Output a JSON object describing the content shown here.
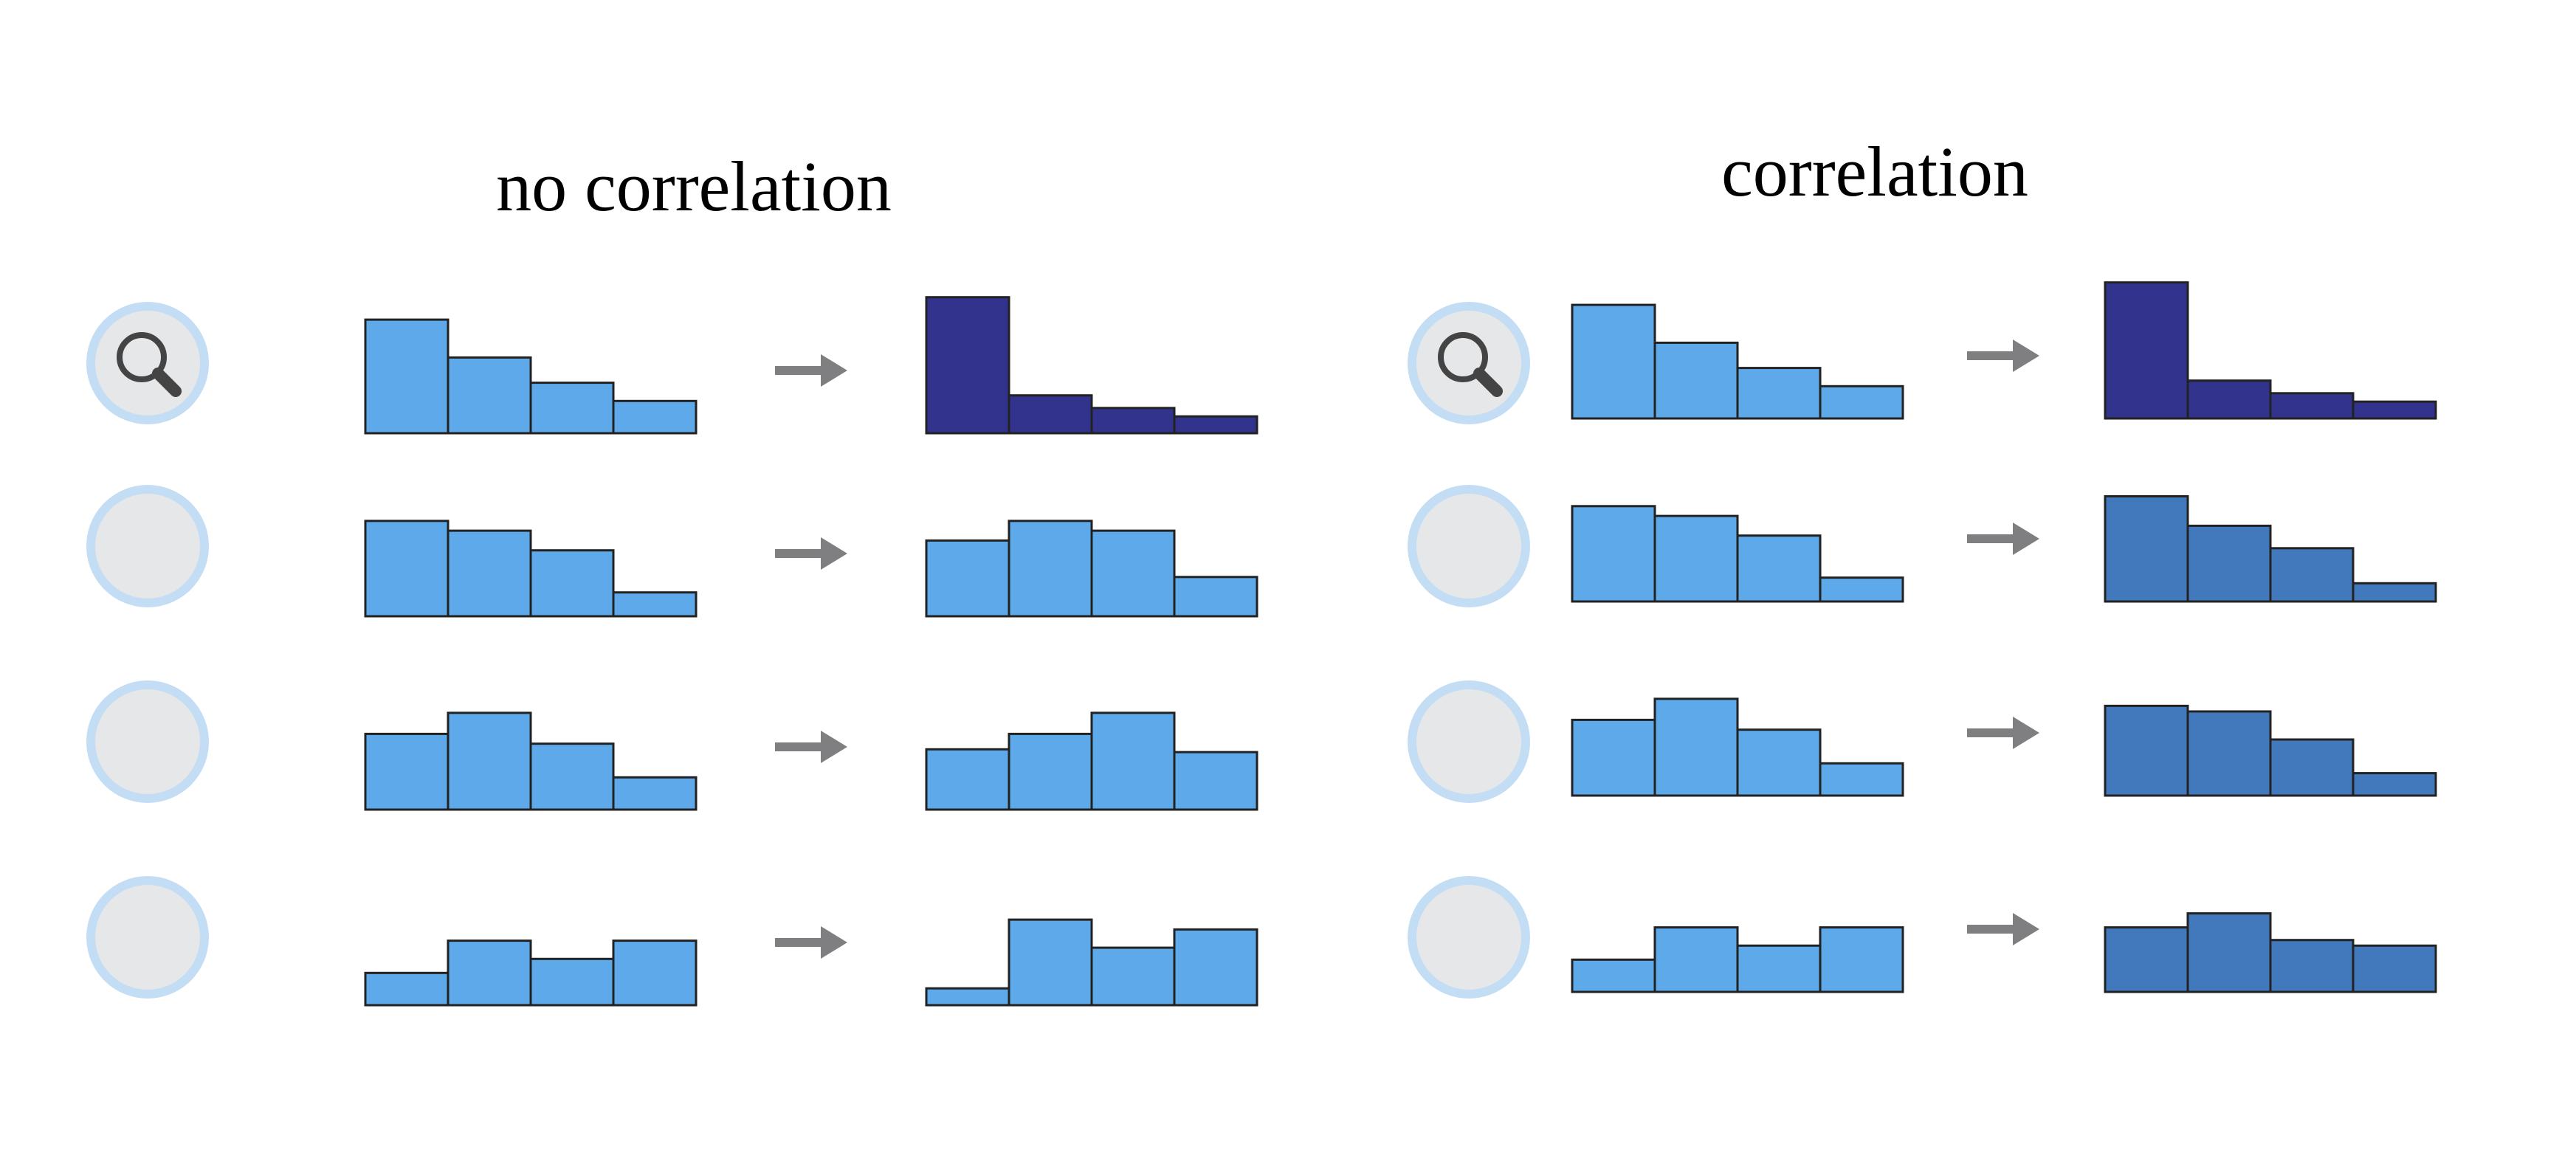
{
  "colors": {
    "light_bar": "#5DA9EA",
    "dark_bar": "#32338D",
    "mid_bar": "#4279BD",
    "bar_stroke": "#222222",
    "arrow": "#7F7F82",
    "circle_fill": "#E6E7E9",
    "circle_ring": "#C3DDF4",
    "icon": "#444444"
  },
  "panels": [
    {
      "title": "no correlation",
      "rows": [
        {
          "selected": true,
          "before": [
            0.81,
            0.54,
            0.36,
            0.23
          ],
          "after": [
            0.97,
            0.27,
            0.18,
            0.12
          ],
          "after_color": "dark"
        },
        {
          "selected": false,
          "before": [
            0.68,
            0.61,
            0.47,
            0.17
          ],
          "after": [
            0.54,
            0.68,
            0.61,
            0.28
          ],
          "after_color": "light"
        },
        {
          "selected": false,
          "before": [
            0.54,
            0.69,
            0.47,
            0.23
          ],
          "after": [
            0.43,
            0.54,
            0.69,
            0.41
          ],
          "after_color": "light"
        },
        {
          "selected": false,
          "before": [
            0.23,
            0.46,
            0.33,
            0.46
          ],
          "after": [
            0.12,
            0.61,
            0.41,
            0.54
          ],
          "after_color": "light"
        }
      ]
    },
    {
      "title": "correlation",
      "rows": [
        {
          "selected": true,
          "before": [
            0.81,
            0.54,
            0.36,
            0.23
          ],
          "after": [
            0.97,
            0.27,
            0.18,
            0.12
          ],
          "after_color": "dark"
        },
        {
          "selected": false,
          "before": [
            0.68,
            0.61,
            0.47,
            0.17
          ],
          "after": [
            0.75,
            0.54,
            0.38,
            0.13
          ],
          "after_color": "mid"
        },
        {
          "selected": false,
          "before": [
            0.54,
            0.69,
            0.47,
            0.23
          ],
          "after": [
            0.64,
            0.6,
            0.4,
            0.16
          ],
          "after_color": "mid"
        },
        {
          "selected": false,
          "before": [
            0.23,
            0.46,
            0.33,
            0.46
          ],
          "after": [
            0.46,
            0.56,
            0.37,
            0.33
          ],
          "after_color": "mid"
        }
      ]
    }
  ]
}
